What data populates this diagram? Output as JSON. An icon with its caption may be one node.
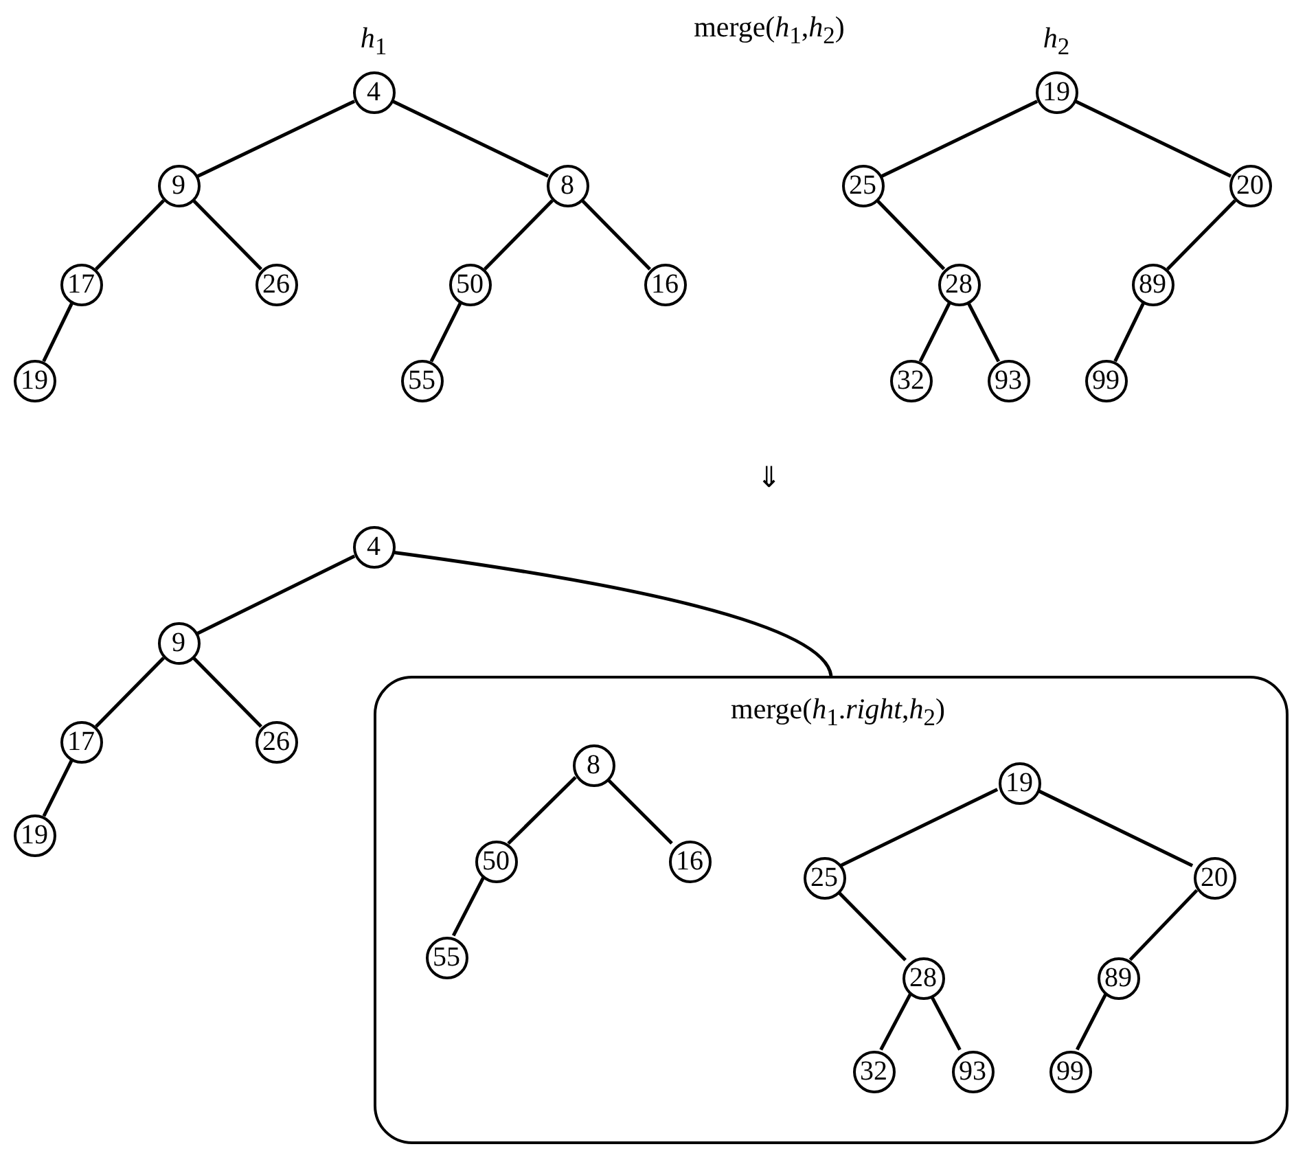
{
  "diagram": {
    "nodes": [
      {
        "text": [
          "4"
        ]
      },
      {
        "text": [
          "9"
        ]
      },
      {
        "text": [
          "8"
        ]
      },
      {
        "text": [
          "17"
        ]
      },
      {
        "text": [
          "26"
        ]
      },
      {
        "text": [
          "50"
        ]
      },
      {
        "text": [
          "16"
        ]
      },
      {
        "text": [
          "19"
        ]
      },
      {
        "text": [
          "55"
        ]
      },
      {
        "text": [
          "19"
        ]
      },
      {
        "text": [
          "25"
        ]
      },
      {
        "text": [
          "20"
        ]
      },
      {
        "text": [
          "28"
        ]
      },
      {
        "text": [
          "89"
        ]
      },
      {
        "text": [
          "32"
        ]
      },
      {
        "text": [
          "93"
        ]
      },
      {
        "text": [
          "99"
        ]
      },
      {
        "text": [
          "4"
        ]
      },
      {
        "text": [
          "9"
        ]
      },
      {
        "text": [
          "17"
        ]
      },
      {
        "text": [
          "26"
        ]
      },
      {
        "text": [
          "19"
        ]
      },
      {
        "text": [
          "merge(*h*$_{1}$.*right*,*h*$_{2}$)"
        ]
      },
      {
        "text": [
          "8"
        ],
        "in": 22
      },
      {
        "text": [
          "50"
        ],
        "in": 22
      },
      {
        "text": [
          "16"
        ],
        "in": 22
      },
      {
        "text": [
          "55"
        ],
        "in": 22
      },
      {
        "text": [
          "19"
        ],
        "in": 22
      },
      {
        "text": [
          "25"
        ],
        "in": 22
      },
      {
        "text": [
          "20"
        ],
        "in": 22
      },
      {
        "text": [
          "28"
        ],
        "in": 22
      },
      {
        "text": [
          "89"
        ],
        "in": 22
      },
      {
        "text": [
          "32"
        ],
        "in": 22
      },
      {
        "text": [
          "93"
        ],
        "in": 22
      },
      {
        "text": [
          "99"
        ],
        "in": 22
      }
    ],
    "edges": [
      {
        "from": 0,
        "to": 1,
        "arrow": "none"
      },
      {
        "from": 0,
        "to": 2,
        "arrow": "none"
      },
      {
        "from": 1,
        "to": 3,
        "arrow": "none"
      },
      {
        "from": 1,
        "to": 4,
        "arrow": "none"
      },
      {
        "from": 2,
        "to": 5,
        "arrow": "none"
      },
      {
        "from": 2,
        "to": 6,
        "arrow": "none"
      },
      {
        "from": 3,
        "to": 7,
        "arrow": "none"
      },
      {
        "from": 5,
        "to": 8,
        "arrow": "none"
      },
      {
        "from": 9,
        "to": 10,
        "arrow": "none"
      },
      {
        "from": 9,
        "to": 11,
        "arrow": "none"
      },
      {
        "from": 10,
        "to": 12,
        "arrow": "none"
      },
      {
        "from": 11,
        "to": 13,
        "arrow": "none"
      },
      {
        "from": 12,
        "to": 14,
        "arrow": "none"
      },
      {
        "from": 12,
        "to": 15,
        "arrow": "none"
      },
      {
        "from": 13,
        "to": 16,
        "arrow": "none"
      },
      {
        "from": 17,
        "to": 18,
        "arrow": "none"
      },
      {
        "from": 17,
        "to": 22,
        "arrow": "none"
      },
      {
        "from": 18,
        "to": 19,
        "arrow": "none"
      },
      {
        "from": 18,
        "to": 20,
        "arrow": "none"
      },
      {
        "from": 19,
        "to": 21,
        "arrow": "none"
      },
      {
        "from": 23,
        "to": 24,
        "arrow": "none"
      },
      {
        "from": 23,
        "to": 25,
        "arrow": "none"
      },
      {
        "from": 24,
        "to": 26,
        "arrow": "none"
      },
      {
        "from": 27,
        "to": 28,
        "arrow": "none"
      },
      {
        "from": 27,
        "to": 29,
        "arrow": "none"
      },
      {
        "from": 28,
        "to": 30,
        "arrow": "none"
      },
      {
        "from": 29,
        "to": 31,
        "arrow": "none"
      },
      {
        "from": 30,
        "to": 32,
        "arrow": "none"
      },
      {
        "from": 30,
        "to": 33,
        "arrow": "none"
      },
      {
        "from": 31,
        "to": 34,
        "arrow": "none"
      }
    ],
    "labels": [
      "*h*$_{1}$",
      "merge(*h*$_{1}$,*h*$_{2}$)",
      "*h*$_{2}$",
      "⇓"
    ]
  }
}
